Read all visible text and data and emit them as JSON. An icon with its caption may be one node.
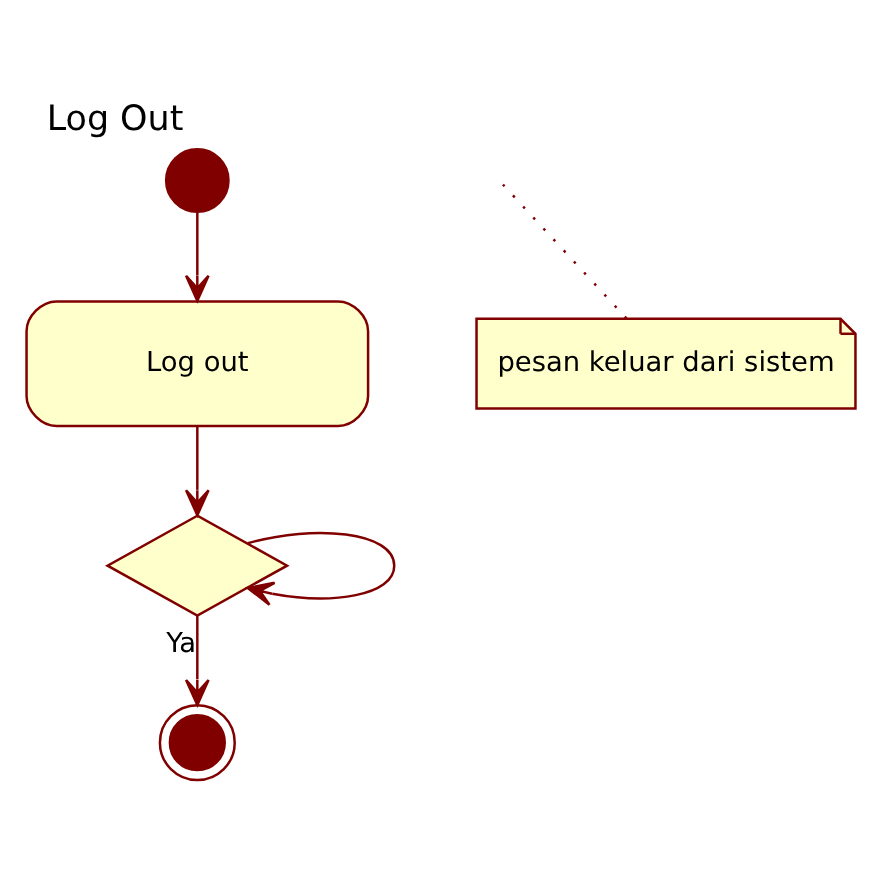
{
  "diagram": {
    "title": "Log Out",
    "nodes": [
      {
        "text": [],
        "shape": "circle"
      },
      {
        "text": [
          "Log out"
        ]
      },
      {
        "text": [
          "pesan keluar dari sistem"
        ]
      },
      {
        "text": [],
        "shape": "diamond"
      },
      {
        "text": [],
        "shape": "bullseye"
      }
    ],
    "edges": [
      {
        "from": 0,
        "to": 1,
        "arrow": "to"
      },
      {
        "from": 1,
        "to": 3,
        "arrow": "to"
      },
      {
        "from": 3,
        "to": 3,
        "arrow": "to"
      },
      {
        "from": 2,
        "to": null,
        "arrow": "none",
        "style": "dashed"
      },
      {
        "from": 3,
        "to": 4,
        "arrow": "to",
        "label": "Ya"
      }
    ]
  }
}
